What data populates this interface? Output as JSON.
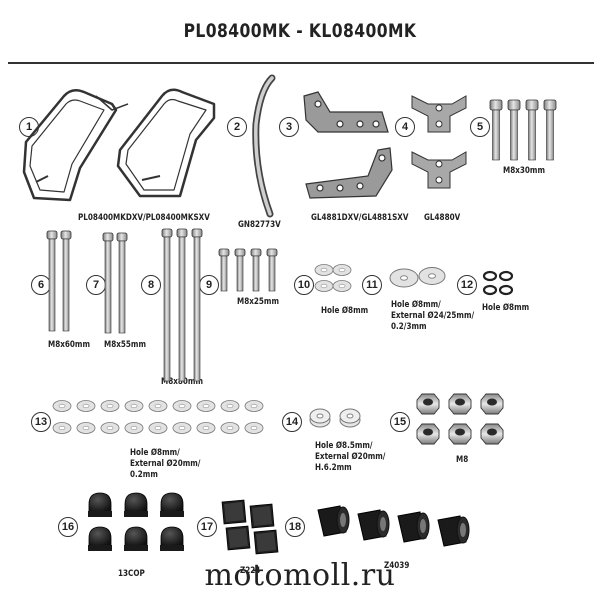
{
  "title": "PL08400MK - KL08400MK",
  "watermark": "motomoll.ru",
  "parts": [
    {
      "num": "1",
      "label": "PL08400MKDXV/PL08400MKSXV"
    },
    {
      "num": "2",
      "label": "GN82773V"
    },
    {
      "num": "3",
      "label": "GL4881DXV/GL4881SXV"
    },
    {
      "num": "4",
      "label": "GL4880V"
    },
    {
      "num": "5",
      "label": "M8x30mm"
    },
    {
      "num": "6",
      "label": "M8x60mm"
    },
    {
      "num": "7",
      "label": "M8x55mm"
    },
    {
      "num": "8",
      "label": "M8x80mm"
    },
    {
      "num": "9",
      "label": "M8x25mm"
    },
    {
      "num": "10",
      "label": "Hole Ø8mm"
    },
    {
      "num": "11",
      "label": [
        "Hole Ø8mm/",
        "External Ø24/25mm/",
        "0.2/3mm"
      ]
    },
    {
      "num": "12",
      "label": "Hole Ø8mm"
    },
    {
      "num": "13",
      "label": [
        "Hole Ø8mm/",
        "External Ø20mm/",
        "0.2mm"
      ]
    },
    {
      "num": "14",
      "label": [
        "Hole Ø8.5mm/",
        "External Ø20mm/",
        "H.6.2mm"
      ]
    },
    {
      "num": "15",
      "label": "M8"
    },
    {
      "num": "16",
      "label": "13COP"
    },
    {
      "num": "17",
      "label": "Z224"
    },
    {
      "num": "18",
      "label": "Z4039"
    }
  ],
  "colors": {
    "line": "#333333",
    "metal": "#b8b8b8",
    "dark": "#1a1a1a",
    "washer": "#dcdcdc"
  }
}
